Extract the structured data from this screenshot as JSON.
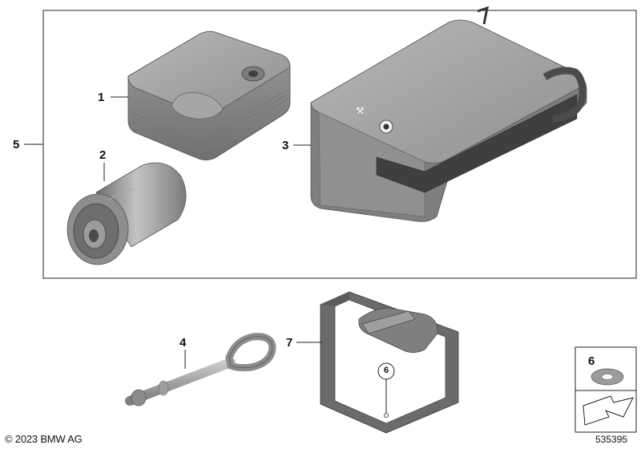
{
  "callouts": {
    "c1": "1",
    "c2": "2",
    "c3": "3",
    "c4": "4",
    "c5": "5",
    "c7": "7"
  },
  "circled_callout": "6",
  "legend": {
    "number": "6"
  },
  "footer": {
    "copyright": "© 2023 BMW AG",
    "diagram_id": "535395"
  },
  "colors": {
    "part_gray": "#8a8c8e",
    "part_light": "#b4b6b8",
    "part_dark": "#5a5c5e",
    "strap": "#6a6c6a",
    "line": "#222222"
  }
}
